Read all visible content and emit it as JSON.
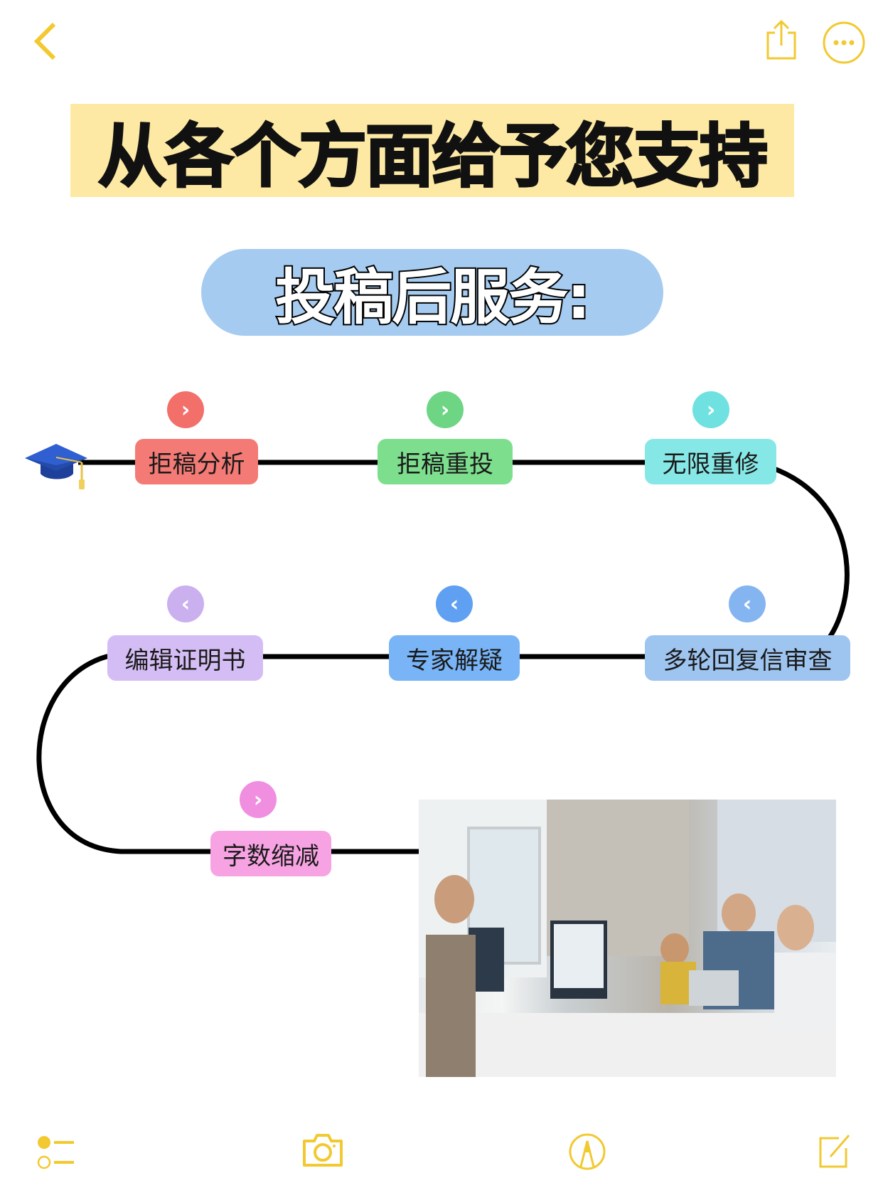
{
  "nav": {
    "back_icon": "chevron-left-icon",
    "share_icon": "share-icon",
    "more_icon": "ellipsis-circle-icon"
  },
  "title": "从各个方面给予您支持",
  "subtitle": "投稿后服务:",
  "timeline": [
    {
      "label": "拒稿分析",
      "color": "#f47a75",
      "dot": "#f26f6a",
      "arrow": "›"
    },
    {
      "label": "拒稿重投",
      "color": "#7ddf8e",
      "dot": "#6dd584",
      "arrow": "›"
    },
    {
      "label": "无限重修",
      "color": "#86e8e6",
      "dot": "#6fe1e0",
      "arrow": "›"
    },
    {
      "label": "多轮回复信审查",
      "color": "#9ec4f0",
      "dot": "#85b5f0",
      "arrow": "‹"
    },
    {
      "label": "专家解疑",
      "color": "#78b4f6",
      "dot": "#5fa0f2",
      "arrow": "‹"
    },
    {
      "label": "编辑证明书",
      "color": "#d4bdf4",
      "dot": "#cbb0ef",
      "arrow": "‹"
    },
    {
      "label": "字数缩减",
      "color": "#f7a3e3",
      "dot": "#f08ee0",
      "arrow": "›"
    }
  ],
  "toolbar": {
    "checklist_icon": "checklist-icon",
    "camera_icon": "camera-icon",
    "markup_icon": "markup-pen-icon",
    "compose_icon": "compose-icon"
  },
  "accent": "#f2c930"
}
